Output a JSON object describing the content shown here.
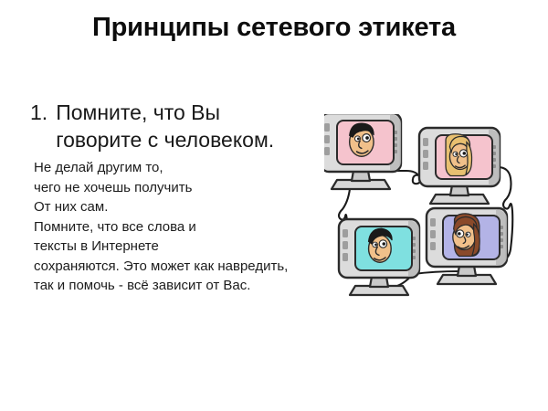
{
  "slide": {
    "title": "Принципы сетевого этикета",
    "background_color": "#ffffff",
    "title_color": "#0d0d0d"
  },
  "bullet": {
    "number": "1.",
    "line1": "Помните, что Вы",
    "line2": "говорите с человеком."
  },
  "body": {
    "lines": [
      "Не делай другим то,",
      "чего не хочешь получить",
      "От них сам.",
      "Помните, что все слова и",
      "тексты в Интернете",
      "сохраняются. Это может как навредить,",
      "так и помочь - всё зависит от Вас."
    ]
  },
  "illustration": {
    "name": "networked-computers-clipart",
    "description": "Четыре компьютерных монитора с лицами людей, соединённые проводами",
    "cable_color": "#1a1a1a",
    "case_color": "#d8d8d8",
    "case_shadow": "#a8a8a8",
    "outline_color": "#2b2b2b",
    "monitors": [
      {
        "id": "monitor-top-left",
        "screen_color": "#f5c3cd",
        "person": "man-dark-hair",
        "skin_color": "#f0c08a",
        "hair_color": "#1a1a1a"
      },
      {
        "id": "monitor-top-right",
        "screen_color": "#f5c3cd",
        "person": "woman-blonde-hair",
        "skin_color": "#f0c08a",
        "hair_color": "#e8c070"
      },
      {
        "id": "monitor-bottom-left",
        "screen_color": "#7fe0e0",
        "person": "man-dark-hair",
        "skin_color": "#f0c08a",
        "hair_color": "#1a1a1a"
      },
      {
        "id": "monitor-bottom-right",
        "screen_color": "#b3b3e6",
        "person": "woman-brown-hair",
        "skin_color": "#f0c08a",
        "hair_color": "#8a4a2a"
      }
    ]
  }
}
